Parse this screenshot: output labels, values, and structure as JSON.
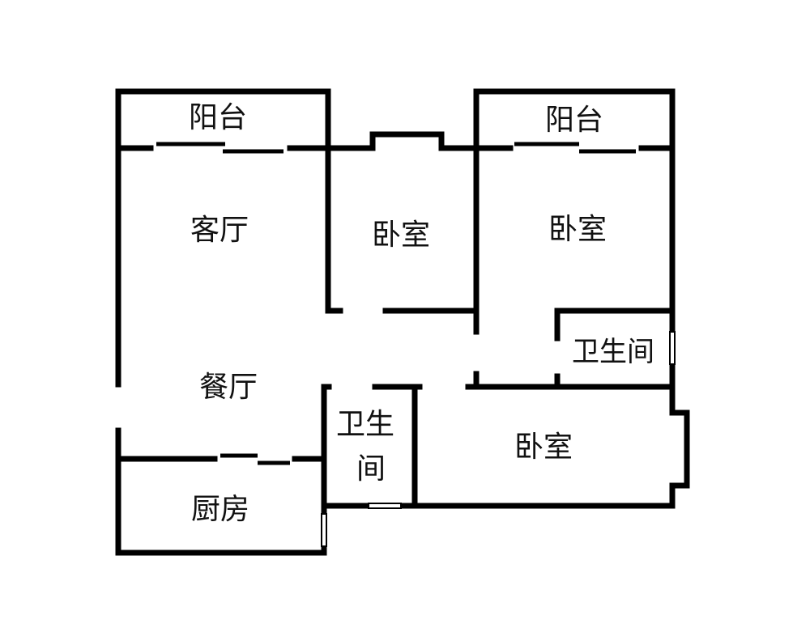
{
  "rooms": {
    "balcony_left": "阳台",
    "balcony_right": "阳台",
    "living_room": "客厅",
    "dining_room": "餐厅",
    "bedroom_middle": "卧室",
    "bedroom_right": "卧室",
    "bedroom_bottom": "卧室",
    "bathroom_right": "卫生间",
    "bathroom_left_line1": "卫生",
    "bathroom_left_line2": "间",
    "kitchen": "厨房"
  },
  "colors": {
    "wall": "#000000",
    "background": "#ffffff"
  }
}
